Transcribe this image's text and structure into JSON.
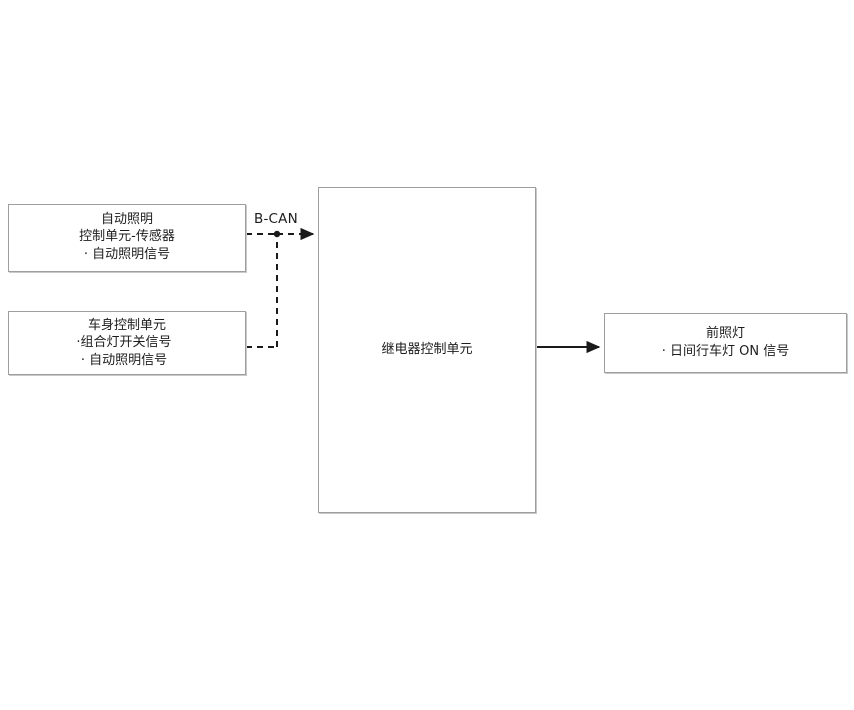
{
  "diagram": {
    "title": "",
    "background_color": "#ffffff",
    "node_border_color": "#9e9e9e",
    "node_fill_color": "#ffffff",
    "edge_color": "#1a1a1a",
    "text_color": "#1c1c1c"
  },
  "nodes": {
    "auto_lighting": {
      "line1": "自动照明",
      "line2": "控制单元-传感器",
      "line3": "· 自动照明信号"
    },
    "body_control": {
      "line1": "车身控制单元",
      "line2": "·组合灯开关信号",
      "line3": "· 自动照明信号"
    },
    "relay_control": {
      "line1": "继电器控制单元"
    },
    "headlamp": {
      "line1": "前照灯",
      "line2": "· 日间行车灯 ON 信号"
    }
  },
  "edges": {
    "bus_label": "B-CAN",
    "bus_style": "dashed",
    "output_style": "solid"
  }
}
